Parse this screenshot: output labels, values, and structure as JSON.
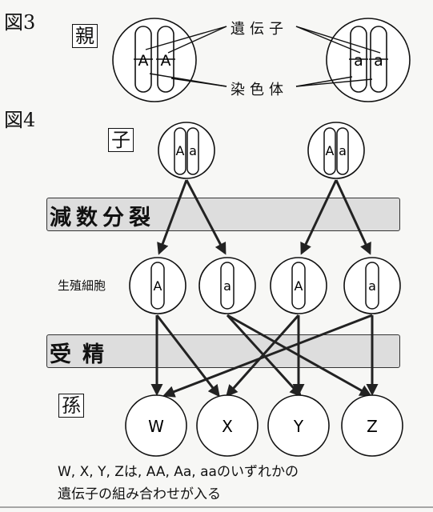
{
  "fig3": {
    "title": "図3",
    "parent_box": "親",
    "gene_label": "遺伝子",
    "chromosome_label": "染色体",
    "left_parent_alleles": [
      "A",
      "A"
    ],
    "right_parent_alleles": [
      "a",
      "a"
    ]
  },
  "fig4": {
    "title": "図4",
    "child_box": "子",
    "child_alleles": [
      "A",
      "a"
    ],
    "meiosis_band": "減数分裂",
    "gamete_label": "生殖細胞",
    "gametes": [
      "A",
      "a",
      "A",
      "a"
    ],
    "fertilization_band": "受精",
    "grandchild_box": "孫",
    "grandchildren": [
      "W",
      "X",
      "Y",
      "Z"
    ]
  },
  "note": {
    "line1": "W, X, Y, Zは, AA, Aa, aaのいずれかの",
    "line2": "遺伝子の組み合わせが入る"
  }
}
